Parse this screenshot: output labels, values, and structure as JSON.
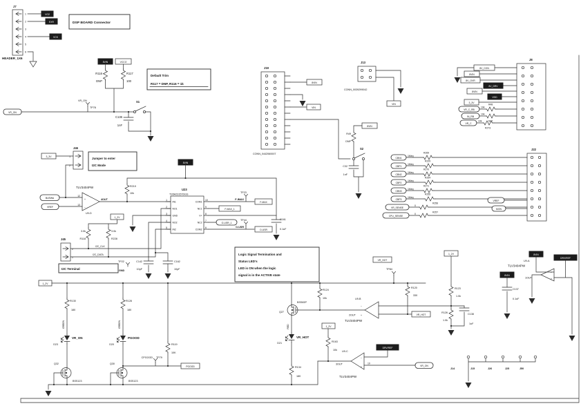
{
  "notes": {
    "dsp_board": "DSP BOARD Connector",
    "default_trim_title": "Default Trim",
    "default_trim_body": "R117 = DNP, R116 = 1k",
    "jumper_line1": "Jumper to enter",
    "jumper_line2": "I2C Mode",
    "i2c_terminal": "I2C Terminal",
    "logic_line1": "Logic Signal Termination and",
    "logic_line2": "Status LED's",
    "logic_line3": "LED is ON when the logic",
    "logic_line4": "signal is in the ACTIVE state"
  },
  "j7": {
    "ref": "J7",
    "part": "HEADER_1X6",
    "pins": [
      "1",
      "2",
      "3",
      "4",
      "5",
      "6"
    ],
    "tags": [
      "VO2",
      "EXR",
      "VCK"
    ]
  },
  "j19": {
    "ref": "J19",
    "part": "CONN_0442060007"
  },
  "j13": {
    "ref": "J13",
    "part": "CONN_0039299042"
  },
  "j45": {
    "ref": "J45",
    "pins": [
      "2",
      "1"
    ]
  },
  "j46": {
    "ref": "J46",
    "pins": [
      "1",
      "2"
    ]
  },
  "j8": {
    "ref": "J8"
  },
  "j22": {
    "ref": "J22"
  },
  "jumpers": [
    "J14",
    "J15",
    "J26",
    "J25",
    "J50"
  ],
  "u23": {
    "ref": "U23",
    "part": "TS5A23157DGS",
    "left_names": [
      "IN1",
      "NO1",
      "GND",
      "NO2",
      "IN2"
    ],
    "left_nums": [
      "1",
      "2",
      "3",
      "4",
      "5"
    ],
    "right_names": [
      "COM1",
      "NC1",
      "V+",
      "NC2",
      "COM2"
    ],
    "right_nums": [
      "10",
      "9",
      "8",
      "7",
      "6"
    ]
  },
  "u9d": {
    "ref": "U9-D",
    "part": "TLV3404PW",
    "out": "4OUT",
    "pin_p": "12",
    "pin_m": "13"
  },
  "u9b": {
    "ref": "U9-B",
    "part": "TLV3404PW",
    "out": "2OUT"
  },
  "u9c": {
    "ref": "U9-C",
    "part": "TLV3404PW",
    "out": "3OUT",
    "pin_in": "10"
  },
  "u9a": {
    "ref": "U9-A",
    "part": "TLV3404PW",
    "out": "1OUT"
  },
  "sym": {
    "plus": "+",
    "minus": "−"
  },
  "r": {
    "r116": {
      "ref": "R116",
      "val": "DNP"
    },
    "r117": {
      "ref": "R117",
      "val": "100"
    },
    "r219": {
      "ref": "R219",
      "val": "10k"
    },
    "r118": {
      "ref": "R118",
      "val": "3.0k"
    },
    "r228": {
      "ref": "R228",
      "val": "3.0k"
    },
    "r49": {
      "ref": "R49",
      "val": "DNP"
    },
    "r48": {
      "ref": "R48",
      "val": "10k"
    },
    "r47": {
      "ref": "R47",
      "val": "10k"
    },
    "r273": {
      "ref": "R273",
      "val": "10k"
    },
    "r130": {
      "ref": "R130",
      "val": "180"
    },
    "r128": {
      "ref": "R128",
      "val": "180"
    },
    "r119": {
      "ref": "R119",
      "val": "10K"
    },
    "r124": {
      "ref": "R124",
      "val": "10k"
    },
    "r134": {
      "ref": "R134",
      "val": "180"
    },
    "r163": {
      "ref": "R163",
      "val": "10k"
    },
    "r120": {
      "ref": "R120",
      "val": "330"
    },
    "r123": {
      "ref": "R123",
      "val": "1.0k"
    },
    "r126": {
      "ref": "R126",
      "val": "1.0k"
    },
    "r269": {
      "ref": "R269",
      "val": "1Meg"
    },
    "r229": {
      "ref": "R229",
      "val": "1Meg"
    },
    "r270": {
      "ref": "R270",
      "val": "1Meg"
    },
    "r254": {
      "ref": "R254",
      "val": "1Meg"
    },
    "r271": {
      "ref": "R271",
      "val": "1Meg"
    },
    "r255": {
      "ref": "R255",
      "val": "1Meg"
    },
    "r256": {
      "ref": "R256",
      "val": "0"
    },
    "r257": {
      "ref": "R257",
      "val": "0"
    }
  },
  "c": {
    "c136": {
      "ref": "C136",
      "val": "1nF"
    },
    "c32": {
      "ref": "C32",
      "val": "1nF"
    },
    "c142": {
      "ref": "C142",
      "val": "10pF"
    },
    "c162": {
      "ref": "C162",
      "val": "10pF"
    },
    "c161": {
      "ref": "C161",
      "val": "0.1uF"
    },
    "c137": {
      "ref": "C137",
      "val": "0.1uF"
    },
    "c138": {
      "ref": "C138",
      "val": "1uF"
    }
  },
  "q": {
    "q32": {
      "ref": "Q32",
      "part": "BSS123"
    },
    "q30": {
      "ref": "Q30",
      "part": "BSS123"
    },
    "q27": {
      "ref": "Q27",
      "part": "BSS83P"
    }
  },
  "d": {
    "d23": {
      "ref": "D23",
      "net": "VR_ON",
      "color": "GREEN"
    },
    "d20": {
      "ref": "D20",
      "net": "PGOOD",
      "color": "GREEN"
    },
    "d21": {
      "ref": "D21",
      "net": "VR_HOT",
      "color": "RED"
    }
  },
  "s": {
    "s1": "S1",
    "s2": "S2"
  },
  "tp": {
    "tp78": {
      "ref": "TP78",
      "net": "VR_ON"
    },
    "tp23": {
      "ref": "TP23",
      "net": "F-IMAX"
    },
    "tp44": {
      "ref": "TP44",
      "net": "O-USR"
    },
    "tp22": {
      "ref": "TP22",
      "net": "GND"
    },
    "tp79": {
      "ref": "TP79",
      "net": "CPGOOD"
    },
    "tp84": {
      "ref": "TP84",
      "net": "VR_HOT"
    }
  },
  "nets": {
    "vr_on": "VR_ON",
    "v8in": "8VIN",
    "vcco": "VCCO",
    "v3_3": "3_3V",
    "v1_2": "1_2V",
    "vin": "VIN",
    "buswa": "BUSWA",
    "vref": "VREF",
    "mon": "MON",
    "fmax": "F-MAX",
    "fmax1": "F-MAX_1",
    "ousr": "O-USR",
    "ousr1": "O-USR_1",
    "i2c_clk": "I2C_CLK",
    "i2c_data": "I2C_DATA",
    "pgood": "PGOOD",
    "vr_hot": "VR_HOT",
    "v8_con": "8V_CON",
    "v8_ovr": "8V_OVR",
    "v8_drv": "8V_DRV",
    "vdd": "VDD",
    "vr_c_rb": "VR_C_RB",
    "in_rb": "IN_RB",
    "vr_c": "VR_C",
    "cbn1": "CBN1",
    "cbp1": "CBP1",
    "cbn2": "CBN2",
    "cbp2": "CBP2",
    "cbn3": "CBN3",
    "cbp3": "CBP3",
    "vr_sense": "VR_SENSE",
    "cpu_sense": "CPU_SENSE",
    "drv_ref": "DRV/REF",
    "k10": "10k"
  }
}
